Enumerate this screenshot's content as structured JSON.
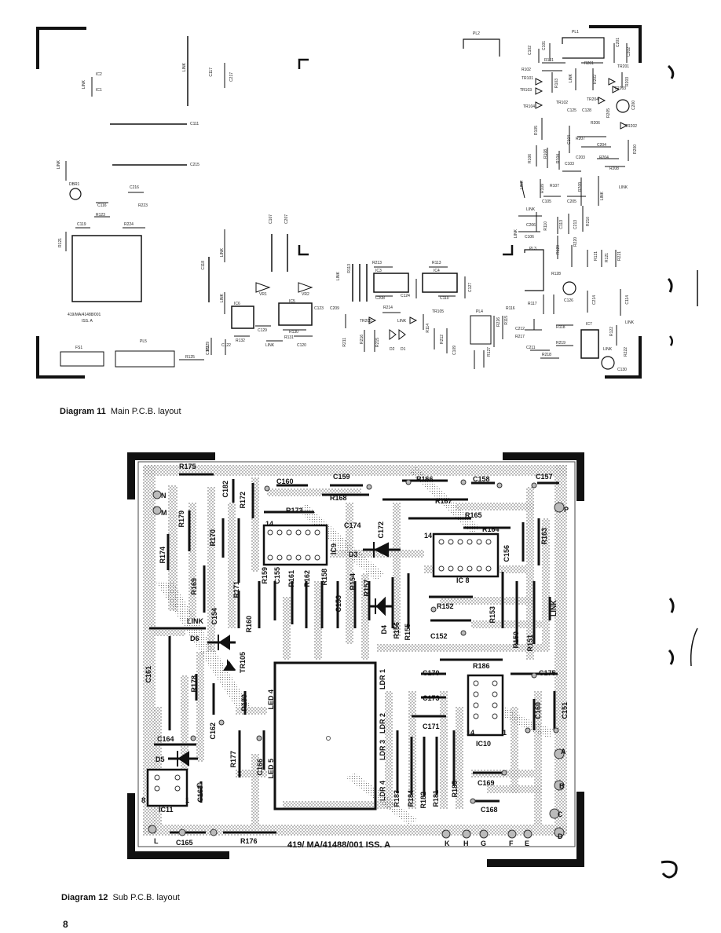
{
  "diagram11": {
    "caption_number": "Diagram 11",
    "caption_text": "Main P.C.B. layout",
    "labels": {
      "ic2": "IC2",
      "ic1": "IC1",
      "link": "LINK",
      "c117": "C117",
      "c217": "C217",
      "c111": "C111",
      "c215": "C215",
      "dbr1": "DBR1",
      "c216": "C216",
      "c116": "C116",
      "r223": "R223",
      "r123": "R123",
      "c119": "C119",
      "r224": "R224",
      "r121": "R121",
      "board_id": "419/MA/41488/001",
      "issue": "ISS. A",
      "c107": "C107",
      "c207": "C207",
      "c118": "C118",
      "vr1": "VR1",
      "vr2": "VR2",
      "ic6": "IC6",
      "ic5": "IC5",
      "c123": "C123",
      "c209": "C209",
      "c129": "C129",
      "r130": "R130",
      "r131": "R131",
      "r132": "R132",
      "c122": "C122",
      "c121": "C121",
      "c120": "C120",
      "fs1": "FS1",
      "pl5": "PL5",
      "r125": "R125",
      "r229": "R229",
      "r213": "R213",
      "r113": "R113",
      "ic3": "IC3",
      "ic4": "IC4",
      "c208": "C208",
      "c124": "C124",
      "c110": "C110",
      "c127": "C127",
      "r214": "R214",
      "tr205": "TR205",
      "tr105": "TR105",
      "r211": "R211",
      "r216": "R216",
      "r215": "R215",
      "d2": "D2",
      "d1": "D1",
      "r114": "R114",
      "r212": "R212",
      "c109": "C109",
      "pl4": "PL4",
      "r116": "R116",
      "r115": "R115",
      "r226": "R226",
      "r127": "R127",
      "r117": "R117",
      "c212": "C212",
      "r217": "R217",
      "c211": "C211",
      "r218": "R218",
      "r219": "R219",
      "ic7": "IC7",
      "r122": "R122",
      "r222": "R222",
      "c130": "C130",
      "pl3": "PL3",
      "r128": "R128",
      "c126": "C126",
      "c214": "C214",
      "r118": "R118",
      "c114": "C114",
      "r120": "R120",
      "r220": "R220",
      "r121b": "R121",
      "r221": "R221",
      "pl2": "PL2",
      "pl1": "PL1",
      "c102": "C102",
      "c101": "C101",
      "c201": "C201",
      "c202": "C202",
      "r101": "R101",
      "r201": "R201",
      "r102": "R102",
      "tr101": "TR101",
      "tr103": "TR103",
      "tr104": "TR104",
      "tr102": "TR102",
      "r103": "R103",
      "c125": "C125",
      "c128": "C128",
      "tr201": "TR201",
      "tr203": "TR203",
      "r202": "R202",
      "r203": "R203",
      "tr204": "TR204",
      "c200": "C200",
      "r205": "R205",
      "tr202": "TR202",
      "r206": "R206",
      "r105": "R105",
      "r207": "R207",
      "c204": "C204",
      "c104": "C104",
      "c203": "C203",
      "r204": "R204",
      "r106": "R106",
      "r108": "R108",
      "r104": "R104",
      "c103": "C103",
      "r208": "R208",
      "r200": "R200",
      "r107": "R107",
      "r209": "R209",
      "r109": "R109",
      "c105": "C105",
      "c205": "C205",
      "c206": "C206",
      "c106": "C106",
      "r110": "R110",
      "c113": "C113",
      "r210": "R210",
      "c213": "C213"
    }
  },
  "diagram12": {
    "caption_number": "Diagram 12",
    "caption_text": "Sub P.C.B. layout",
    "board_text": "419/ MA/41488/001  ISS. A",
    "labels": {
      "r175": "R175",
      "c182": "C182",
      "r172": "R172",
      "c160": "C160",
      "c159": "C159",
      "r166": "R166",
      "c158": "C158",
      "c157": "C157",
      "n": "N",
      "r168": "R168",
      "r167": "R167",
      "m": "M",
      "r179": "R179",
      "r173": "R173",
      "r165": "R165",
      "p": "P",
      "r170": "R170",
      "n14a": "14",
      "c174": "C174",
      "c172": "C172",
      "r164": "R164",
      "n14b": "14",
      "r163": "R163",
      "r174": "R174",
      "ic9": "IC9",
      "d3": "D3",
      "c156": "C156",
      "ic8": "IC 8",
      "r169": "R169",
      "r171": "R171",
      "r159": "R159",
      "c155": "C155",
      "r161": "R161",
      "r162": "R162",
      "r158": "R158",
      "c153": "C153",
      "r154": "R154",
      "r157": "R157",
      "r152": "R152",
      "r153": "R153",
      "link1": "LINK",
      "link2": "LINK",
      "c154": "C154",
      "r160": "R160",
      "d4": "D4",
      "r156": "R156",
      "r155": "R155",
      "c152": "C152",
      "r150": "R150",
      "r151": "R151",
      "d6": "D6",
      "tr105": "TR105",
      "c161": "C161",
      "c170": "C170",
      "r186": "R186",
      "c175": "C175",
      "r178": "R178",
      "led4": "LED 4",
      "ldr1": "LDR 1",
      "c173": "C173",
      "r180": "R180",
      "c160b": "C160",
      "c151": "C151",
      "c162": "C162",
      "ldr2": "LDR 2",
      "c171": "C171",
      "n14c": "14",
      "ic10": "IC10",
      "c164": "C164",
      "ldr3": "LDR 3",
      "a": "A",
      "d5": "D5",
      "r177": "R177",
      "c166": "C166",
      "led5": "LED 5",
      "c169": "C169",
      "b": "B",
      "n8": "8",
      "c163": "C163",
      "ldr4": "LDR 4",
      "r183": "R183",
      "r184": "R184",
      "r182": "R182",
      "r181": "R181",
      "r185": "R185",
      "c168": "C168",
      "ic11": "IC11",
      "c": "C",
      "d": "D",
      "l": "L",
      "c165": "C165",
      "r176": "R176",
      "k": "K",
      "h": "H",
      "g": "G",
      "f": "F",
      "e": "E",
      "n1a": "1",
      "n1b": "1"
    }
  },
  "page_number": "8"
}
